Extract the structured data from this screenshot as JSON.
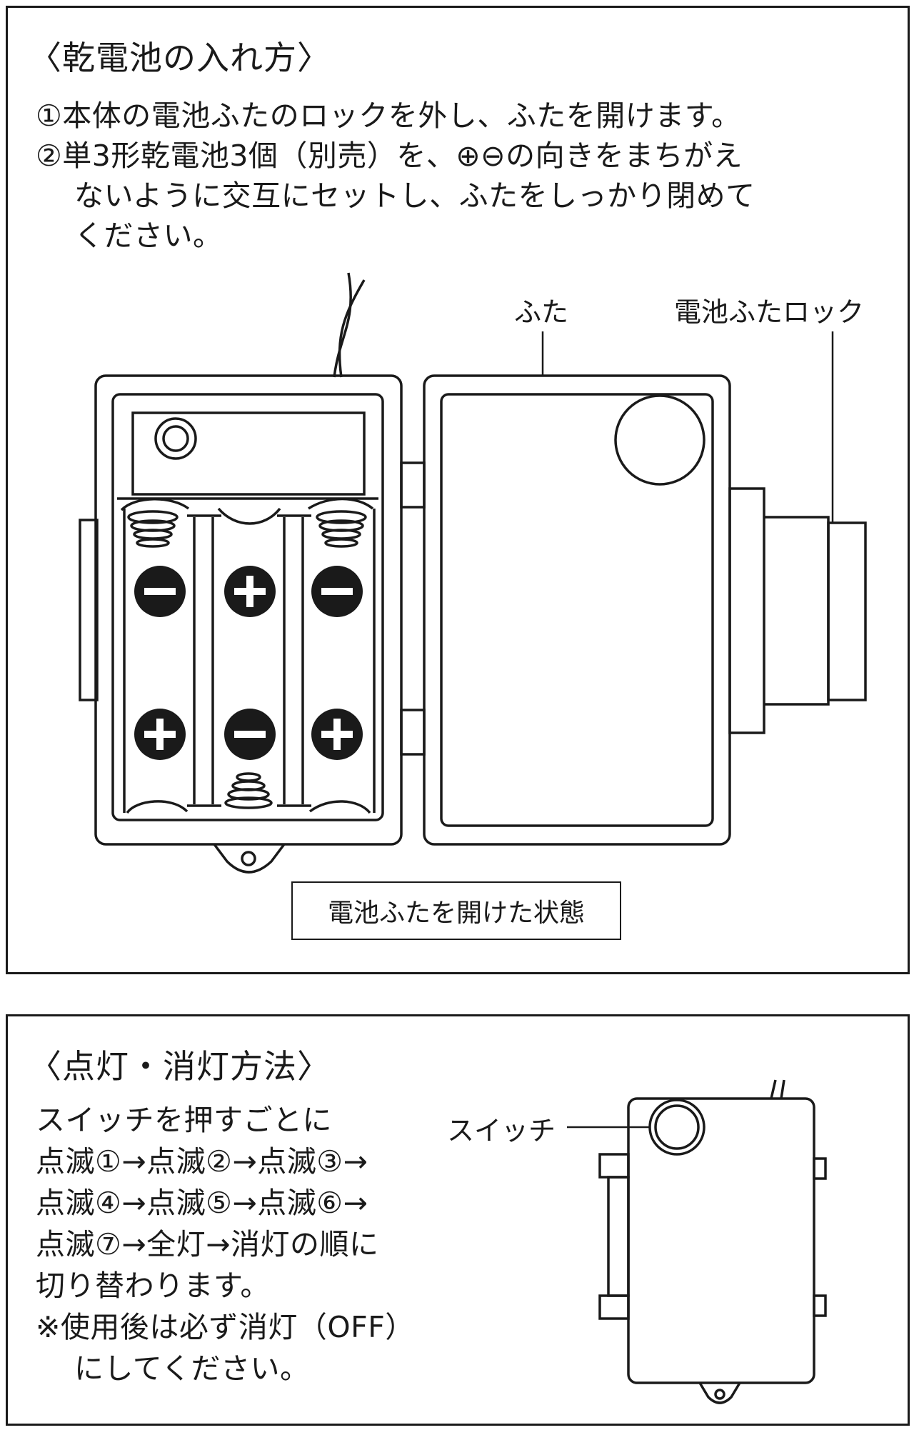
{
  "battery_section": {
    "heading": "〈乾電池の入れ方〉",
    "step1": "①本体の電池ふたのロックを外し、ふたを開けます。",
    "step2_line1": "②単3形乾電池3個（別売）を、⊕⊖の向きをまちがえ",
    "step2_line2": "ないように交互にセットし、ふたをしっかり閉めて",
    "step2_line3": "ください。",
    "label_lid": "ふた",
    "label_lid_lock": "電池ふたロック",
    "caption": "電池ふたを開けた状態",
    "polarity": {
      "left_top": "minus",
      "middle_top": "plus",
      "right_top": "minus",
      "left_bottom": "plus",
      "middle_bottom": "minus",
      "right_bottom": "plus"
    }
  },
  "lighting_section": {
    "heading": "〈点灯・消灯方法〉",
    "line1": "スイッチを押すごとに",
    "line2": "点滅①→点滅②→点滅③→",
    "line3": "点滅④→点滅⑤→点滅⑥→",
    "line4": "点滅⑦→全灯→消灯の順に",
    "line5": "切り替わります。",
    "line6": "※使用後は必ず消灯（OFF）",
    "line7": "にしてください。",
    "label_switch": "スイッチ"
  },
  "colors": {
    "ink": "#1a1a1a",
    "paper": "#ffffff"
  }
}
